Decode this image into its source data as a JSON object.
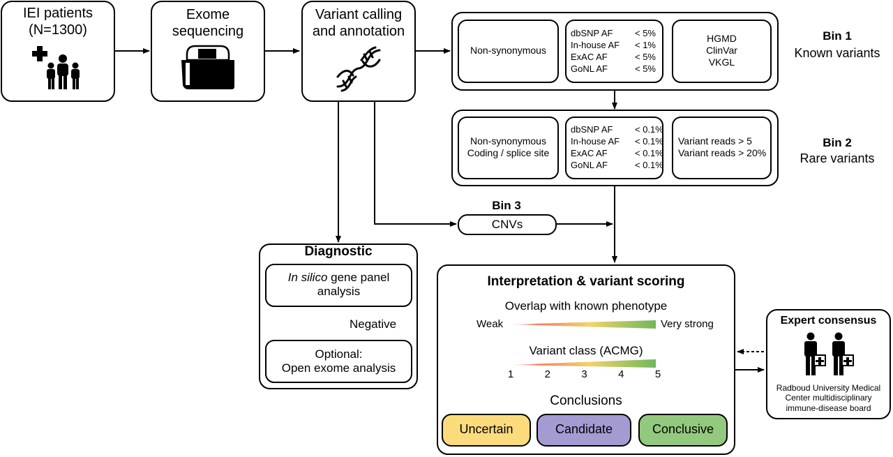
{
  "patients": {
    "line1": "IEI patients",
    "line2": "(N=1300)"
  },
  "exome": {
    "line1": "Exome",
    "line2": "sequencing"
  },
  "variant_calling": {
    "line1": "Variant calling",
    "line2": "and annotation"
  },
  "bin1": {
    "title": "Bin 1",
    "subtitle": "Known variants",
    "filter_type": "Non-synonymous",
    "af": [
      {
        "label": "dbSNP AF",
        "value": "< 5%"
      },
      {
        "label": "In-house AF",
        "value": "< 1%"
      },
      {
        "label": "ExAC AF",
        "value": "< 5%"
      },
      {
        "label": "GoNL AF",
        "value": "< 5%"
      }
    ],
    "databases": [
      "HGMD",
      "ClinVar",
      "VKGL"
    ]
  },
  "bin2": {
    "title": "Bin 2",
    "subtitle": "Rare variants",
    "filter_type": [
      "Non-synonymous",
      "Coding / splice site"
    ],
    "af": [
      {
        "label": "dbSNP AF",
        "value": "< 0.1%"
      },
      {
        "label": "In-house AF",
        "value": "< 0.1%"
      },
      {
        "label": "ExAC AF",
        "value": "< 0.1%"
      },
      {
        "label": "GoNL AF",
        "value": "< 0.1%"
      }
    ],
    "reads": [
      "Variant reads > 5",
      "Variant reads > 20%"
    ]
  },
  "bin3": {
    "title": "Bin 3",
    "label": "CNVs"
  },
  "diagnostic": {
    "title": "Diagnostic",
    "panel_italic": "In silico",
    "panel_rest": " gene panel",
    "panel_line2": "analysis",
    "negative": "Negative",
    "optional_line1": "Optional:",
    "optional_line2": "Open exome analysis"
  },
  "interpretation": {
    "title": "Interpretation & variant scoring",
    "overlap_title": "Overlap with known phenotype",
    "weak": "Weak",
    "very_strong": "Very strong",
    "variant_class_title": "Variant class (ACMG)",
    "scale": [
      "1",
      "2",
      "3",
      "4",
      "5"
    ],
    "conclusions_title": "Conclusions",
    "conclusions": [
      {
        "label": "Uncertain",
        "color": "#fbdb7c"
      },
      {
        "label": "Candidate",
        "color": "#a59bd3"
      },
      {
        "label": "Conclusive",
        "color": "#93c97e"
      }
    ]
  },
  "expert": {
    "title": "Expert consensus",
    "desc": [
      "Radboud University Medical",
      "Center multidisciplinary",
      "immune-disease board"
    ]
  },
  "colors": {
    "gradient_start": "#ffffff",
    "gradient_red": "#f08060",
    "gradient_yellow": "#f2d36b",
    "gradient_end": "#6fb85a"
  }
}
